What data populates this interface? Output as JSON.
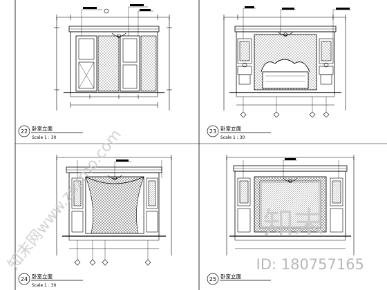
{
  "sheet": {
    "panels": [
      {
        "number": "22",
        "title": "卧室立面",
        "scale": "Scale 1 : 30"
      },
      {
        "number": "23",
        "title": "卧室立面",
        "scale": "Scale 1 : 30"
      },
      {
        "number": "24",
        "title": "卧室立面",
        "scale": "Scale 1 : 30"
      },
      {
        "number": "25",
        "title": "卧室立面",
        "scale": ""
      }
    ]
  },
  "watermark": {
    "diagonal": "知末网www.znzmo.com",
    "logo": "知末",
    "id": "ID: 180757165"
  }
}
